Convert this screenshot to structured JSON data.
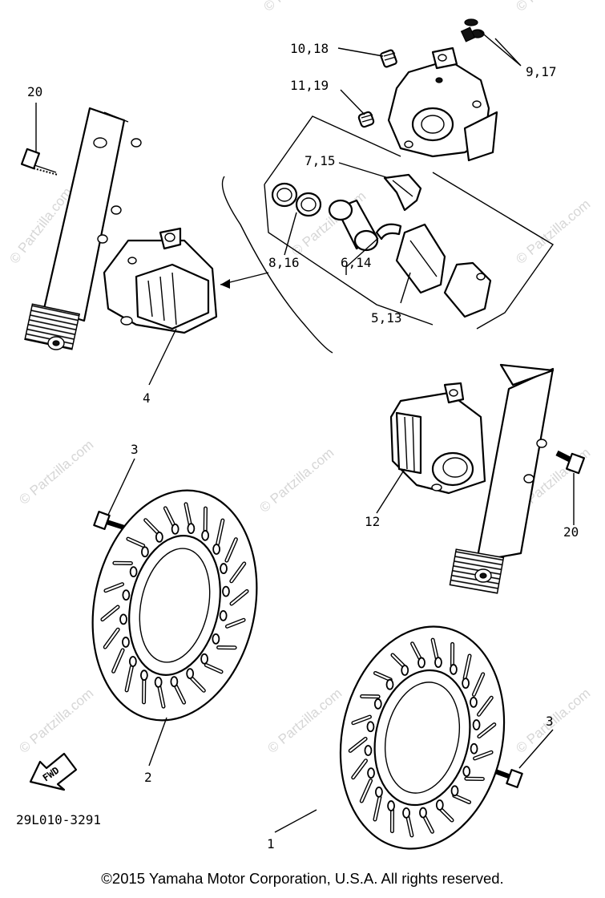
{
  "callouts": {
    "c_10_18": "10,18",
    "c_9_17": "9,17",
    "c_11_19": "11,19",
    "c_20_left": "20",
    "c_7_15": "7,15",
    "c_8_16": "8,16",
    "c_6_14": "6,14",
    "c_5_13": "5,13",
    "c_4": "4",
    "c_3_left": "3",
    "c_12": "12",
    "c_20_right": "20",
    "c_2": "2",
    "c_3_right": "3",
    "c_1": "1"
  },
  "fwd_label": "FWD",
  "diagram_code": "29L010-3291",
  "watermark": "© Partzilla.com",
  "copyright": "©2015  Yamaha Motor Corporation, U.S.A. All rights reserved."
}
